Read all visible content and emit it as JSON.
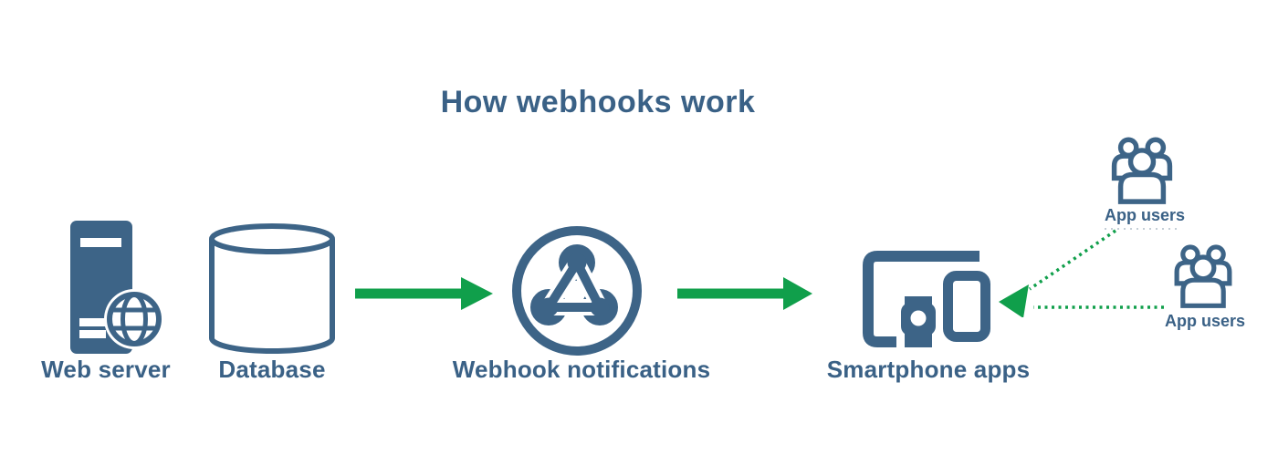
{
  "title": "How webhooks work",
  "colors": {
    "icon_blue": "#3D6487",
    "label_blue": "#3A6186",
    "arrow_green": "#109F4B"
  },
  "nodes": {
    "web_server": {
      "label": "Web server",
      "icon": "server-globe-icon"
    },
    "database": {
      "label": "Database",
      "icon": "database-cylinder-icon"
    },
    "webhook": {
      "label": "Webhook notifications",
      "icon": "webhook-icon"
    },
    "smartphone_apps": {
      "label": "Smartphone apps",
      "icon": "devices-icon"
    },
    "app_users_top": {
      "label": "App users",
      "icon": "users-group-icon"
    },
    "app_users_right": {
      "label": "App users",
      "icon": "users-group-icon"
    }
  },
  "connections": [
    {
      "from": "database",
      "to": "webhook",
      "style": "solid-green-arrow"
    },
    {
      "from": "webhook",
      "to": "smartphone_apps",
      "style": "solid-green-arrow"
    },
    {
      "from": "app_users_top",
      "to": "smartphone_apps",
      "style": "dotted-green-arrow"
    },
    {
      "from": "app_users_right",
      "to": "smartphone_apps",
      "style": "dotted-green-arrow"
    }
  ]
}
